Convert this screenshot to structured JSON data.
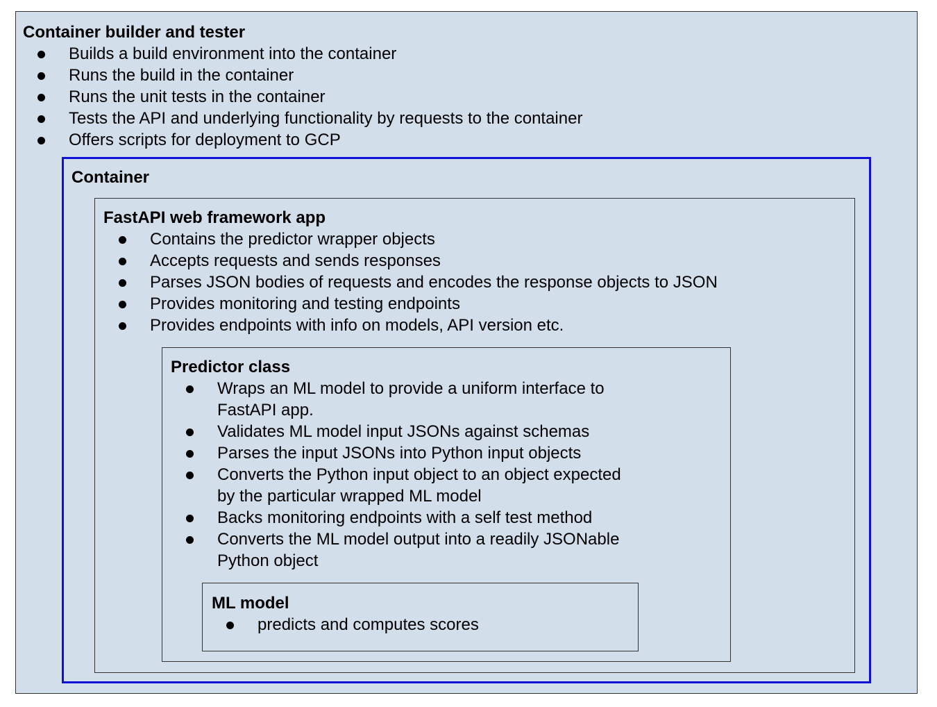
{
  "outer": {
    "title": "Container builder and tester",
    "items": [
      [
        "Builds a build environment into the container"
      ],
      [
        "Runs the build in the container"
      ],
      [
        "Runs the unit tests in the container"
      ],
      [
        "Tests the API and underlying functionality by requests to the container"
      ],
      [
        "Offers scripts for deployment to GCP"
      ]
    ]
  },
  "container": {
    "title": "Container"
  },
  "fastapi": {
    "title": "FastAPI web framework app",
    "items": [
      [
        "Contains the predictor wrapper objects"
      ],
      [
        "Accepts requests and sends responses"
      ],
      [
        "Parses JSON bodies of requests and encodes the response objects to JSON"
      ],
      [
        "Provides monitoring and testing endpoints"
      ],
      [
        "Provides endpoints with info on models, API version etc."
      ]
    ]
  },
  "predictor": {
    "title": "Predictor class",
    "items": [
      [
        "Wraps an ML model to provide a uniform interface to",
        "FastAPI app."
      ],
      [
        "Validates ML model input JSONs against schemas"
      ],
      [
        "Parses the input JSONs into Python input objects"
      ],
      [
        "Converts the Python input object to an object expected",
        "by the particular wrapped ML model"
      ],
      [
        "Backs monitoring endpoints with a self test method"
      ],
      [
        "Converts the ML model output into a readily JSONable",
        "Python object"
      ]
    ]
  },
  "mlmodel": {
    "title": "ML model",
    "items": [
      [
        "predicts and computes scores"
      ]
    ]
  },
  "colors": {
    "panel_fill": "#d3deeb",
    "container_border": "#1010d8",
    "box_border": "#333333"
  }
}
